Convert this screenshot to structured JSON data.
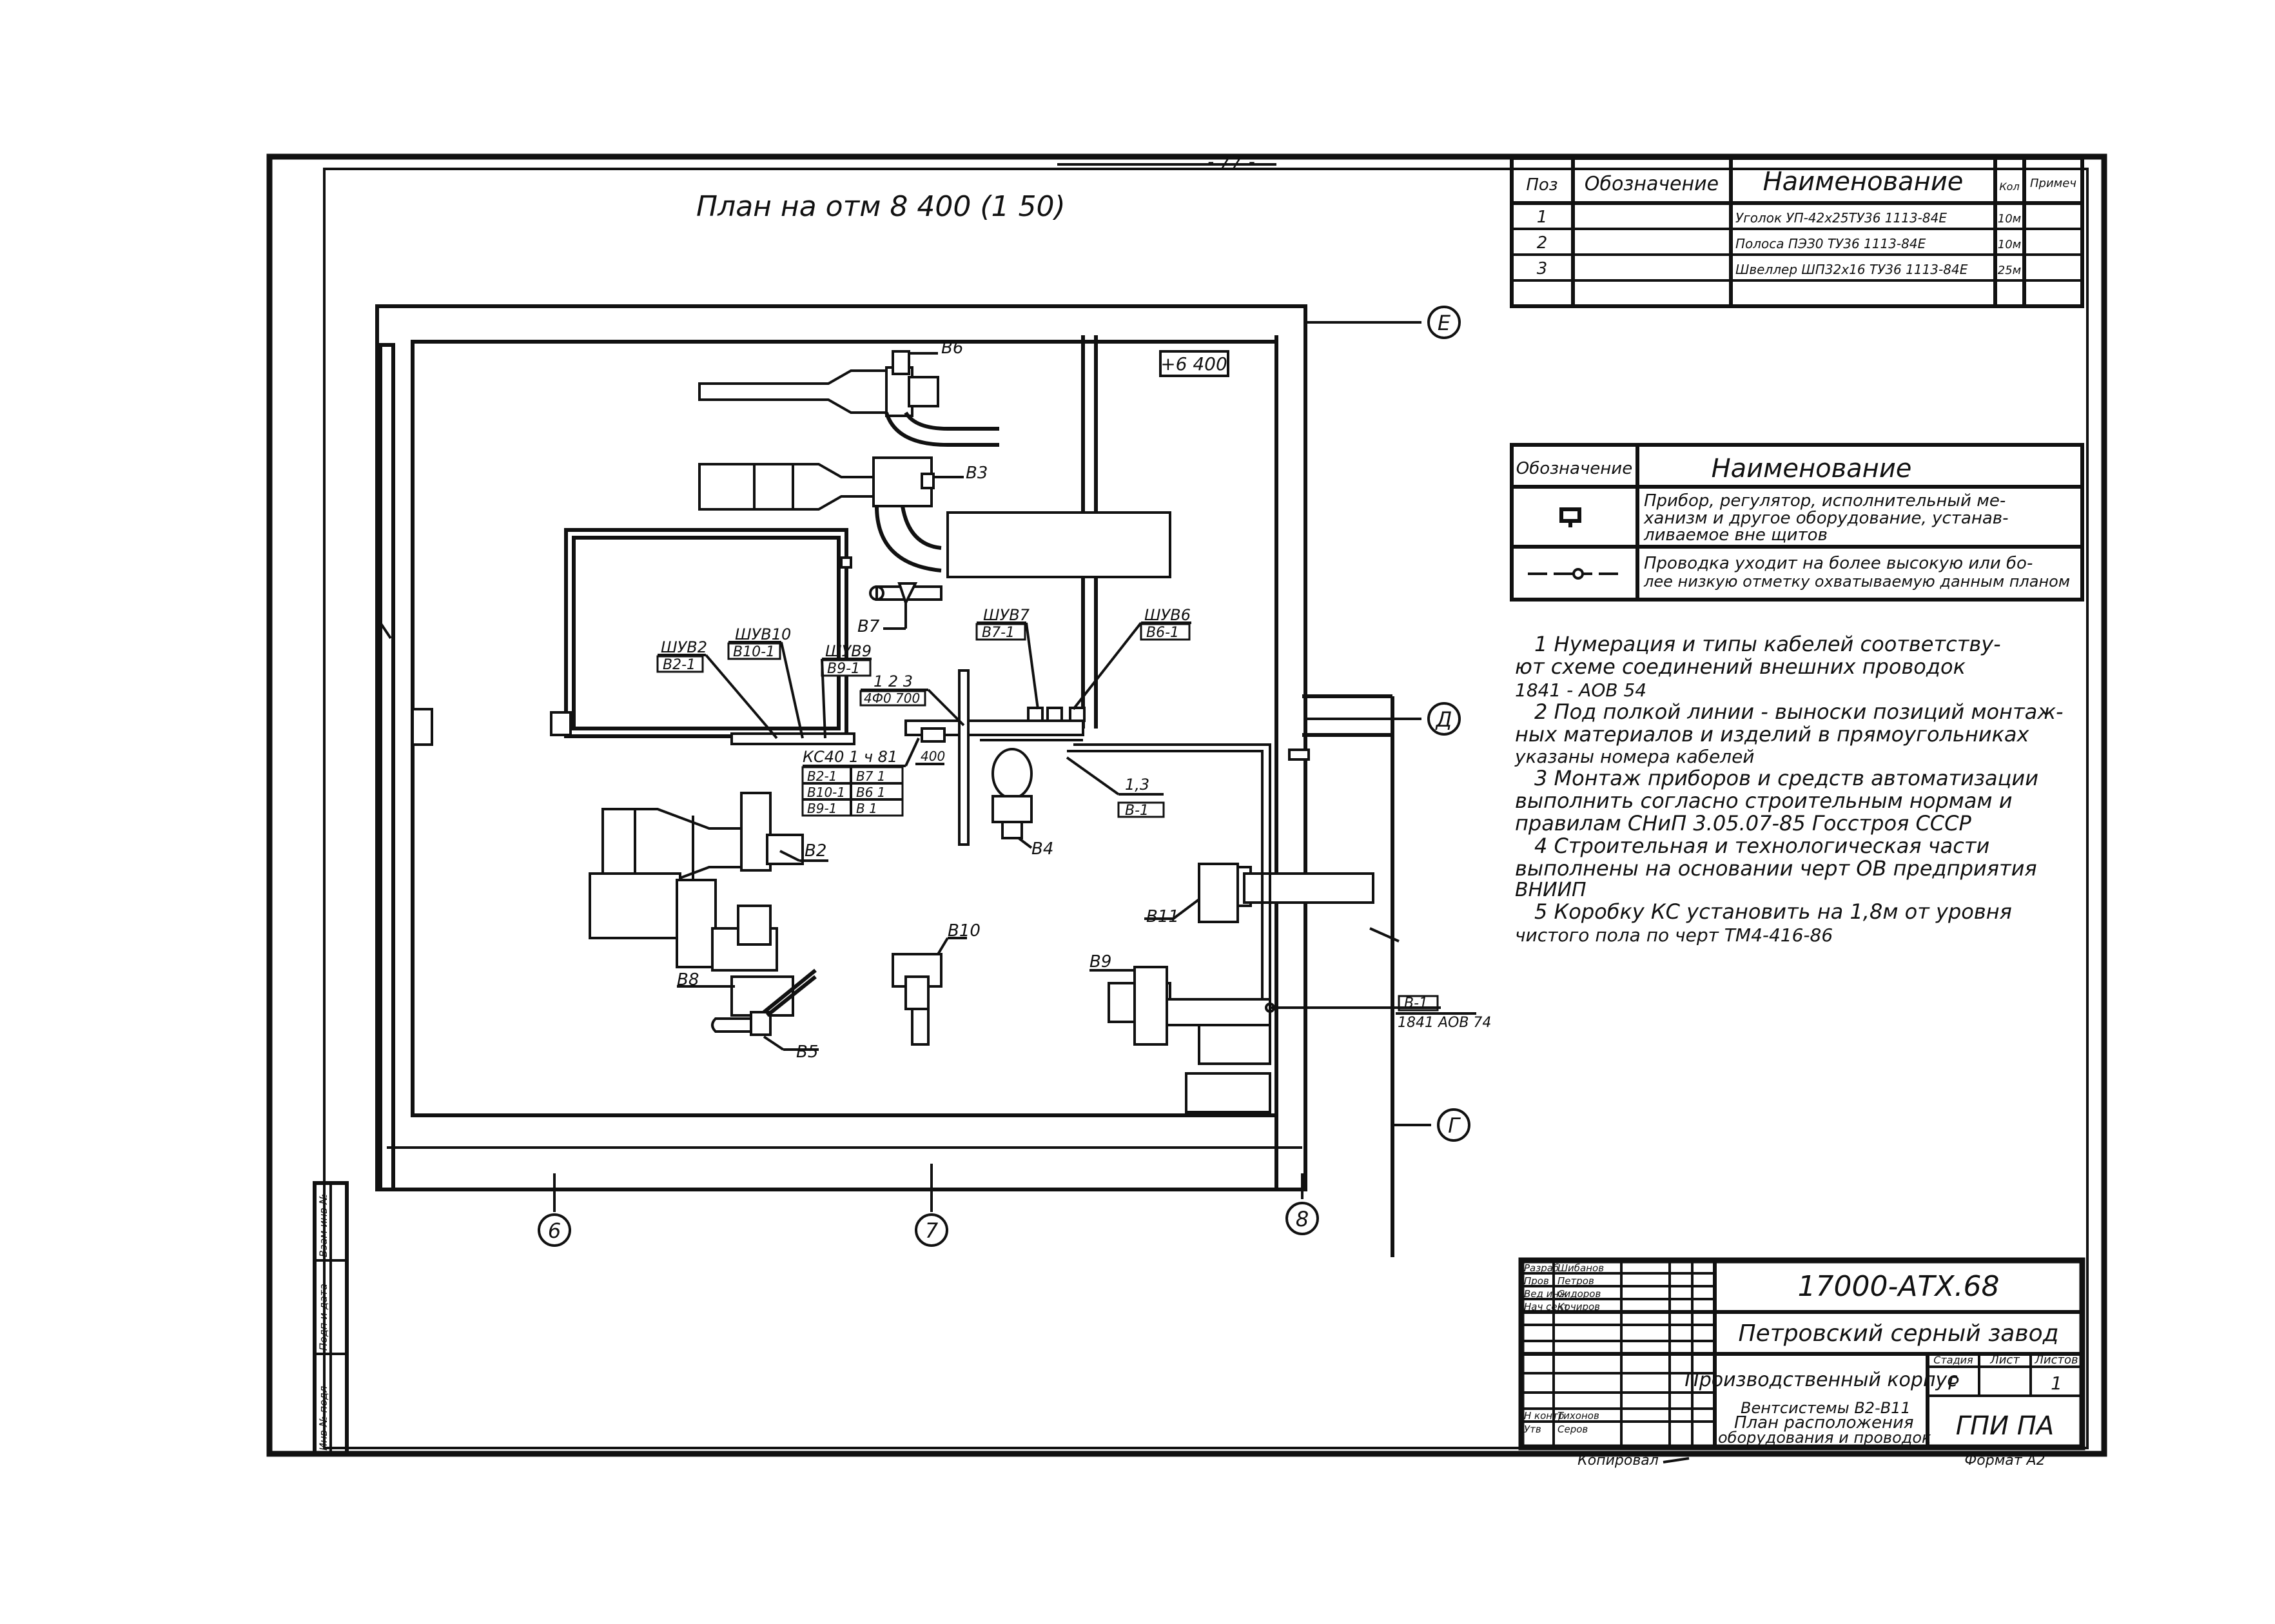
{
  "sheet": {
    "page_number": "- 77 -",
    "plan_title": "План на отм 8 400 (1 50)",
    "elevation_mark": "+6 400"
  },
  "axes": [
    "Е",
    "Д",
    "Г",
    "6",
    "7",
    "8"
  ],
  "spec_table": {
    "headers": [
      "Поз",
      "Обозначение",
      "Наименование",
      "Кол",
      "Примеч"
    ],
    "rows": [
      {
        "pos": "1",
        "designation": "",
        "name": "Уголок УП-42х25ТУ36 1113-84Е",
        "qty": "10м",
        "note": ""
      },
      {
        "pos": "2",
        "designation": "",
        "name": "Полоса ПЭЗ0 ТУ36 1113-84Е",
        "qty": "10м",
        "note": ""
      },
      {
        "pos": "3",
        "designation": "",
        "name": "Швеллер ШП32х16 ТУ36 1113-84Е",
        "qty": "25м",
        "note": ""
      },
      {
        "pos": "",
        "designation": "",
        "name": "",
        "qty": "",
        "note": ""
      }
    ]
  },
  "legend": {
    "headers": [
      "Обозначение",
      "Наименование"
    ],
    "rows": [
      {
        "symbol": "square-marker",
        "text_lines": [
          "Прибор, регулятор, исполнительный ме-",
          "ханизм и другое оборудование, устанав-",
          "ливаемое вне щитов"
        ]
      },
      {
        "symbol": "line-with-circle",
        "text_lines": [
          "Проводка уходит на более высокую или бо-",
          "лее низкую отметку охватываемую данным планом"
        ]
      }
    ]
  },
  "notes": [
    "1 Нумерация и типы кабелей соответству-",
    "ют схеме соединений внешних проводок",
    "1841 - АОВ 54",
    "2 Под полкой линии - выноски позиций монтаж-",
    "ных материалов и изделий в прямоугольниках",
    "указаны номера кабелей",
    "3 Монтаж приборов и средств автоматизации",
    "выполнить согласно строительным нормам и",
    "правилам СНиП 3.05.07-85 Госстроя СССР",
    "4 Строительная и технологическая части",
    "выполнены на основании черт ОВ предприятия",
    "ВНИИП",
    "5 Коробку КС установить на 1,8м от уровня",
    "чистого пола по черт ТМ4-416-86"
  ],
  "equipment": {
    "v2": "В2",
    "v3": "В3",
    "v4": "В4",
    "v5": "В5",
    "v6": "В6",
    "v7": "В7",
    "v8": "В8",
    "v9": "В9",
    "v10": "В10",
    "v11": "В11"
  },
  "callouts": {
    "shuv2": {
      "top": "ШУВ2",
      "bottom": "В2-1"
    },
    "shuv10": {
      "top": "ШУВ10",
      "bottom": "В10-1"
    },
    "shuv9": {
      "top": "ШУВ9",
      "bottom": "В9-1"
    },
    "shuv7": {
      "top": "ШУВ7",
      "bottom": "В7-1"
    },
    "shuv6": {
      "top": "ШУВ6",
      "bottom": "В6-1"
    },
    "tray": {
      "top": "1 2 3",
      "bottom": "4Ф0 700"
    },
    "b1": {
      "top": "1,3",
      "bottom": "В-1"
    },
    "b1_ext": {
      "top": "В-1",
      "bottom": "1841 АОВ 74"
    },
    "dim400": "400"
  },
  "box_ks40": {
    "title": "КС40 1 ч 81",
    "rows": [
      [
        "В2-1",
        "В7 1"
      ],
      [
        "В10-1",
        "В6 1"
      ],
      [
        "В9-1",
        "В 1"
      ]
    ]
  },
  "title_block": {
    "doc_code": "17000-АТХ.68",
    "plant": "Петровский серный завод",
    "building": "Производственный корпус",
    "stage_headers": [
      "Стадия",
      "Лист",
      "Листов"
    ],
    "stage_values": [
      "Р",
      "",
      "1"
    ],
    "drawing_title_lines": [
      "Вентсистемы В2-В11",
      "План расположения",
      "оборудования и проводок"
    ],
    "organization": "ГПИ ПА",
    "copied": "Копировал",
    "format": "Формат А2",
    "staff": [
      {
        "role": "Разраб",
        "name": "Шибанов"
      },
      {
        "role": "Пров",
        "name": "Петров"
      },
      {
        "role": "Вед инж",
        "name": "Сидоров"
      },
      {
        "role": "Нач сект",
        "name": "Кочиров"
      },
      {
        "role": "",
        "name": ""
      },
      {
        "role": "",
        "name": ""
      },
      {
        "role": "",
        "name": ""
      },
      {
        "role": "Н контр",
        "name": "Тихонов"
      },
      {
        "role": "Утв",
        "name": "Серов"
      }
    ]
  },
  "side_stamp": [
    "Инв № подл",
    "Подп и дата",
    "Взам инв №"
  ]
}
